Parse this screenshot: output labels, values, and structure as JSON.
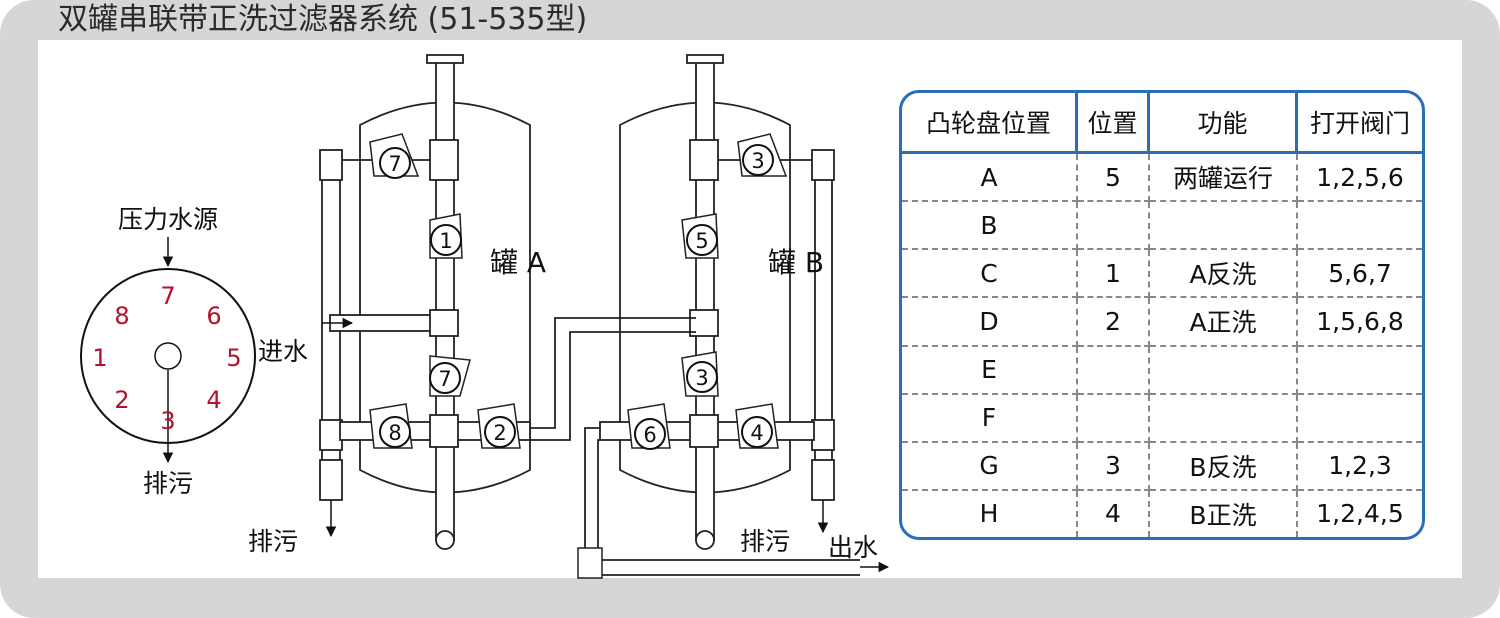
{
  "title": "双罐串联带正洗过滤器系统 (51-535型)",
  "labels": {
    "pressure_source": "压力水源",
    "drain": "排污",
    "inlet": "进水",
    "tank_a": "罐 A",
    "tank_b": "罐 B",
    "outlet": "出水"
  },
  "dial_numbers": [
    "7",
    "6",
    "5",
    "4",
    "3",
    "2",
    "1",
    "8"
  ],
  "valves": {
    "tank_a": [
      "7",
      "1",
      "7",
      "8",
      "2"
    ],
    "tank_b": [
      "3",
      "5",
      "3",
      "6",
      "4"
    ]
  },
  "table": {
    "headers": [
      "凸轮盘位置",
      "位置",
      "功能",
      "打开阀门"
    ],
    "rows": [
      {
        "cam": "A",
        "pos": "5",
        "func": "两罐运行",
        "valves": "1,2,5,6"
      },
      {
        "cam": "B",
        "pos": "",
        "func": "",
        "valves": ""
      },
      {
        "cam": "C",
        "pos": "1",
        "func": "A反洗",
        "valves": "5,6,7"
      },
      {
        "cam": "D",
        "pos": "2",
        "func": "A正洗",
        "valves": "1,5,6,8"
      },
      {
        "cam": "E",
        "pos": "",
        "func": "",
        "valves": ""
      },
      {
        "cam": "F",
        "pos": "",
        "func": "",
        "valves": ""
      },
      {
        "cam": "G",
        "pos": "3",
        "func": "B反洗",
        "valves": "1,2,3"
      },
      {
        "cam": "H",
        "pos": "4",
        "func": "B正洗",
        "valves": "1,2,4,5"
      }
    ]
  },
  "colors": {
    "table_border": "#2a6fb5",
    "dial_numbers": "#b3122e",
    "frame": "#d6d6d6"
  }
}
